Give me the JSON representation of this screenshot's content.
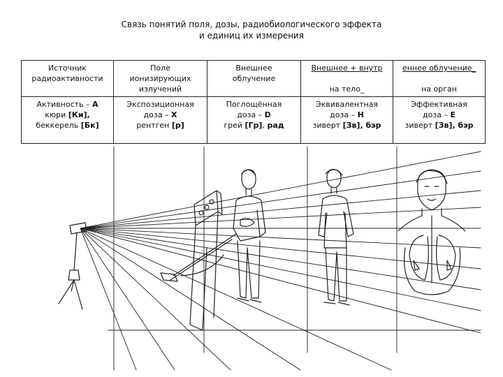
{
  "title": {
    "line1": "Связь понятий поля, дозы, радиобиологического эффекта",
    "line2": "и единиц их измерения"
  },
  "table": {
    "headers": {
      "source": [
        "Источник",
        "радиоактивности"
      ],
      "field": [
        "Поле",
        "ионизирующих",
        "излучений"
      ],
      "external": [
        "Внешнее",
        "облучение"
      ],
      "col4_top": "Внешнее + внутр",
      "col4_bottom": "на тело_",
      "col5_top": "еннее облучение_",
      "col5_bottom": "на орган"
    },
    "cells": {
      "activity": {
        "l1_pre": "Активность – ",
        "l1_sym": "А",
        "l2_pre": "кюри ",
        "l2_unit": "[Ки],",
        "l3_pre": "беккерель ",
        "l3_unit": "[Бк]"
      },
      "exposure": {
        "l1": "Экспозиционная",
        "l2_pre": "доза – ",
        "l2_sym": "X",
        "l3_pre": "рентген ",
        "l3_unit": "[р]"
      },
      "absorbed": {
        "l1": "Поглощённая",
        "l2_pre": "доза – ",
        "l2_sym": "D",
        "l3_pre": "грей ",
        "l3_unit": "[Гр]",
        "l3_sep": ", ",
        "l3_unit2": "рад"
      },
      "equivalent": {
        "l1": "Эквивалентная",
        "l2_pre": "доза – ",
        "l2_sym": "H",
        "l3_pre": "зиверт ",
        "l3_unit": "[Зв], бэр"
      },
      "effective": {
        "l1": "Эффективная",
        "l2_pre": "доза – ",
        "l2_sym": "E",
        "l3_pre": "зиверт ",
        "l3_unit": "[Зв], бэр"
      }
    }
  }
}
